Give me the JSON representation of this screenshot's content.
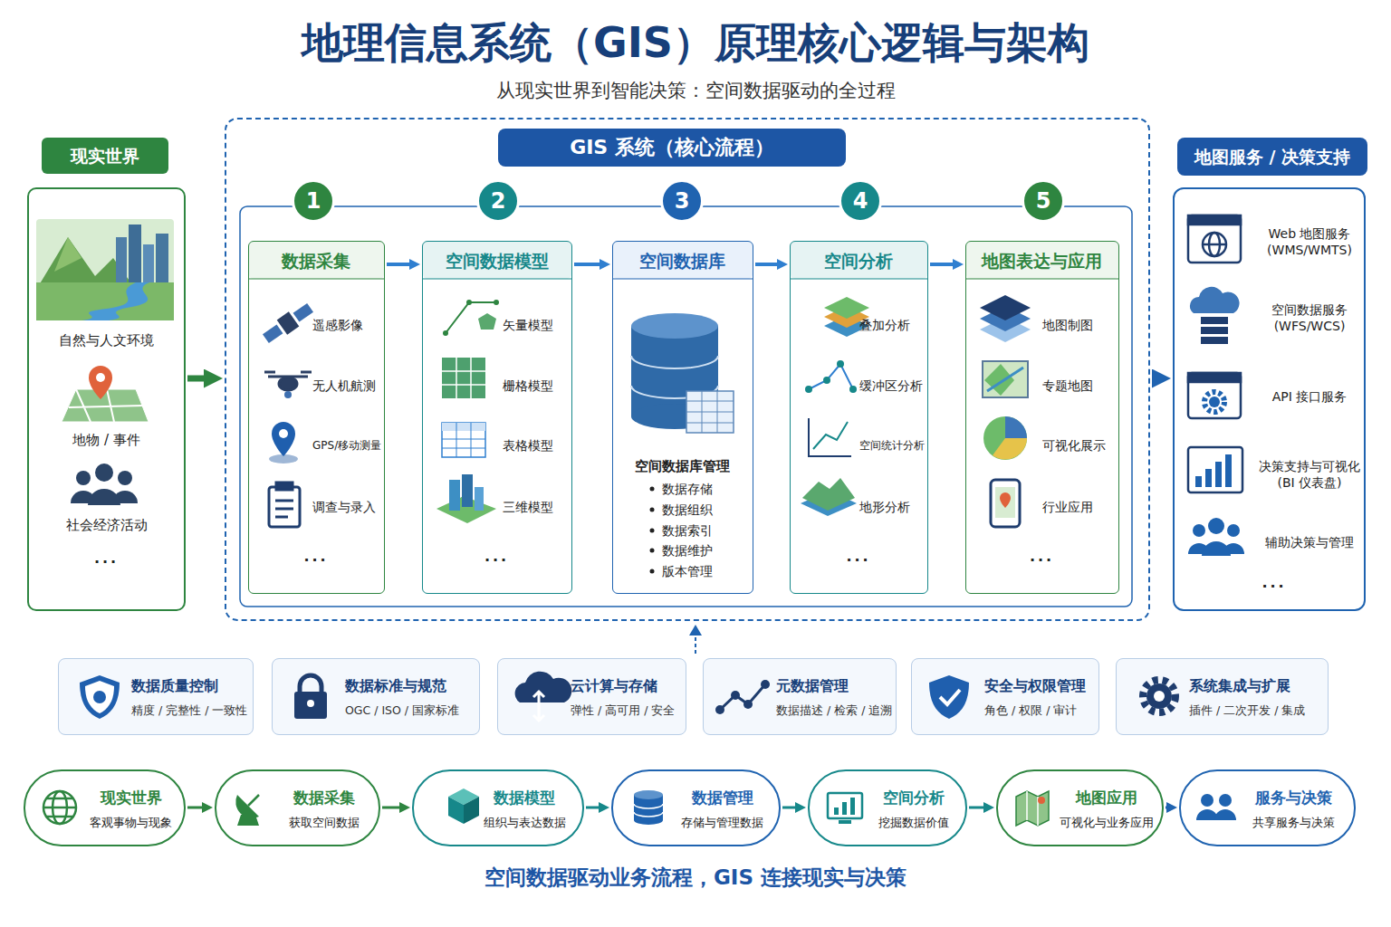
{
  "diagram": {
    "title": "地理信息系统（GIS）原理核心逻辑与架构",
    "caption": "空间数据驱动业务流程，GIS 连接现实与决策",
    "nodes": [
      {
        "text": [
          "现实世界",
          "自然与人文环境",
          "地物 / 事件",
          "社会经济活动",
          "..."
        ]
      },
      {
        "text": [
          "GIS 系统（核心流程）"
        ]
      },
      {
        "text": [
          "1"
        ],
        "in": 1
      },
      {
        "text": [
          "2"
        ],
        "in": 1
      },
      {
        "text": [
          "3"
        ],
        "in": 1
      },
      {
        "text": [
          "4"
        ],
        "in": 1
      },
      {
        "text": [
          "5"
        ],
        "in": 1
      },
      {
        "text": [
          "数据采集",
          "遥感影像",
          "无人机航测",
          "GPS/移动测量",
          "调查与录入",
          "..."
        ],
        "in": 1
      },
      {
        "text": [
          "空间数据模型",
          "矢量模型",
          "栅格模型",
          "表格模型",
          "三维模型",
          "..."
        ],
        "in": 1
      },
      {
        "text": [
          "空间数据库",
          "空间数据库管理",
          "数据存储",
          "数据组织",
          "数据索引",
          "数据维护",
          "版本管理"
        ],
        "in": 1
      },
      {
        "text": [
          "空间分析",
          "叠加分析",
          "缓冲区分析",
          "空间统计分析",
          "地形分析",
          "..."
        ],
        "in": 1
      },
      {
        "text": [
          "地图表达与应用",
          "地图制图",
          "专题地图",
          "可视化展示",
          "行业应用",
          "..."
        ],
        "in": 1
      },
      {
        "text": [
          "地图服务 / 决策支持",
          "Web 地图服务 (WMS/WMTS)",
          "空间数据服务 (WFS/WCS)",
          "API 接口服务",
          "决策支持与可视化 (BI 仪表盘)",
          "辅助决策与管理",
          "..."
        ]
      },
      {
        "text": [
          "数据质量控制",
          "精度 / 完整性 / 一致性"
        ]
      },
      {
        "text": [
          "数据标准与规范",
          "OGC / ISO / 国家标准"
        ]
      },
      {
        "text": [
          "云计算与存储",
          "弹性 / 高可用 / 安全"
        ]
      },
      {
        "text": [
          "元数据管理",
          "数据描述 / 检索 / 追溯"
        ]
      },
      {
        "text": [
          "安全与权限管理",
          "角色 / 权限 / 审计"
        ]
      },
      {
        "text": [
          "系统集成与扩展",
          "插件 / 二次开发 / 集成"
        ]
      },
      {
        "text": [
          "现实世界",
          "客观事物与现象"
        ]
      },
      {
        "text": [
          "数据采集",
          "获取空间数据"
        ]
      },
      {
        "text": [
          "数据模型",
          "组织与表达数据"
        ]
      },
      {
        "text": [
          "数据管理",
          "存储与管理数据"
        ]
      },
      {
        "text": [
          "空间分析",
          "挖掘数据价值"
        ]
      },
      {
        "text": [
          "地图应用",
          "可视化与业务应用"
        ]
      },
      {
        "text": [
          "服务与决策",
          "共享服务与决策"
        ]
      }
    ],
    "edges": [
      {
        "from": 0,
        "to": 1,
        "arrow": "to"
      },
      {
        "from": 7,
        "to": 8,
        "arrow": "to"
      },
      {
        "from": 8,
        "to": 9,
        "arrow": "to"
      },
      {
        "from": 9,
        "to": 10,
        "arrow": "to"
      },
      {
        "from": 10,
        "to": 11,
        "arrow": "to"
      },
      {
        "from": 1,
        "to": 12,
        "arrow": "to"
      },
      {
        "from": 19,
        "to": 20,
        "arrow": "to"
      },
      {
        "from": 20,
        "to": 21,
        "arrow": "to"
      },
      {
        "from": 21,
        "to": 22,
        "arrow": "to"
      },
      {
        "from": 22,
        "to": 23,
        "arrow": "to"
      },
      {
        "from": 23,
        "to": 24,
        "arrow": "to"
      },
      {
        "from": 24,
        "to": 25,
        "arrow": "to"
      }
    ],
    "labels": [
      "从现实世界到智能决策：空间数据驱动的全过程"
    ]
  }
}
